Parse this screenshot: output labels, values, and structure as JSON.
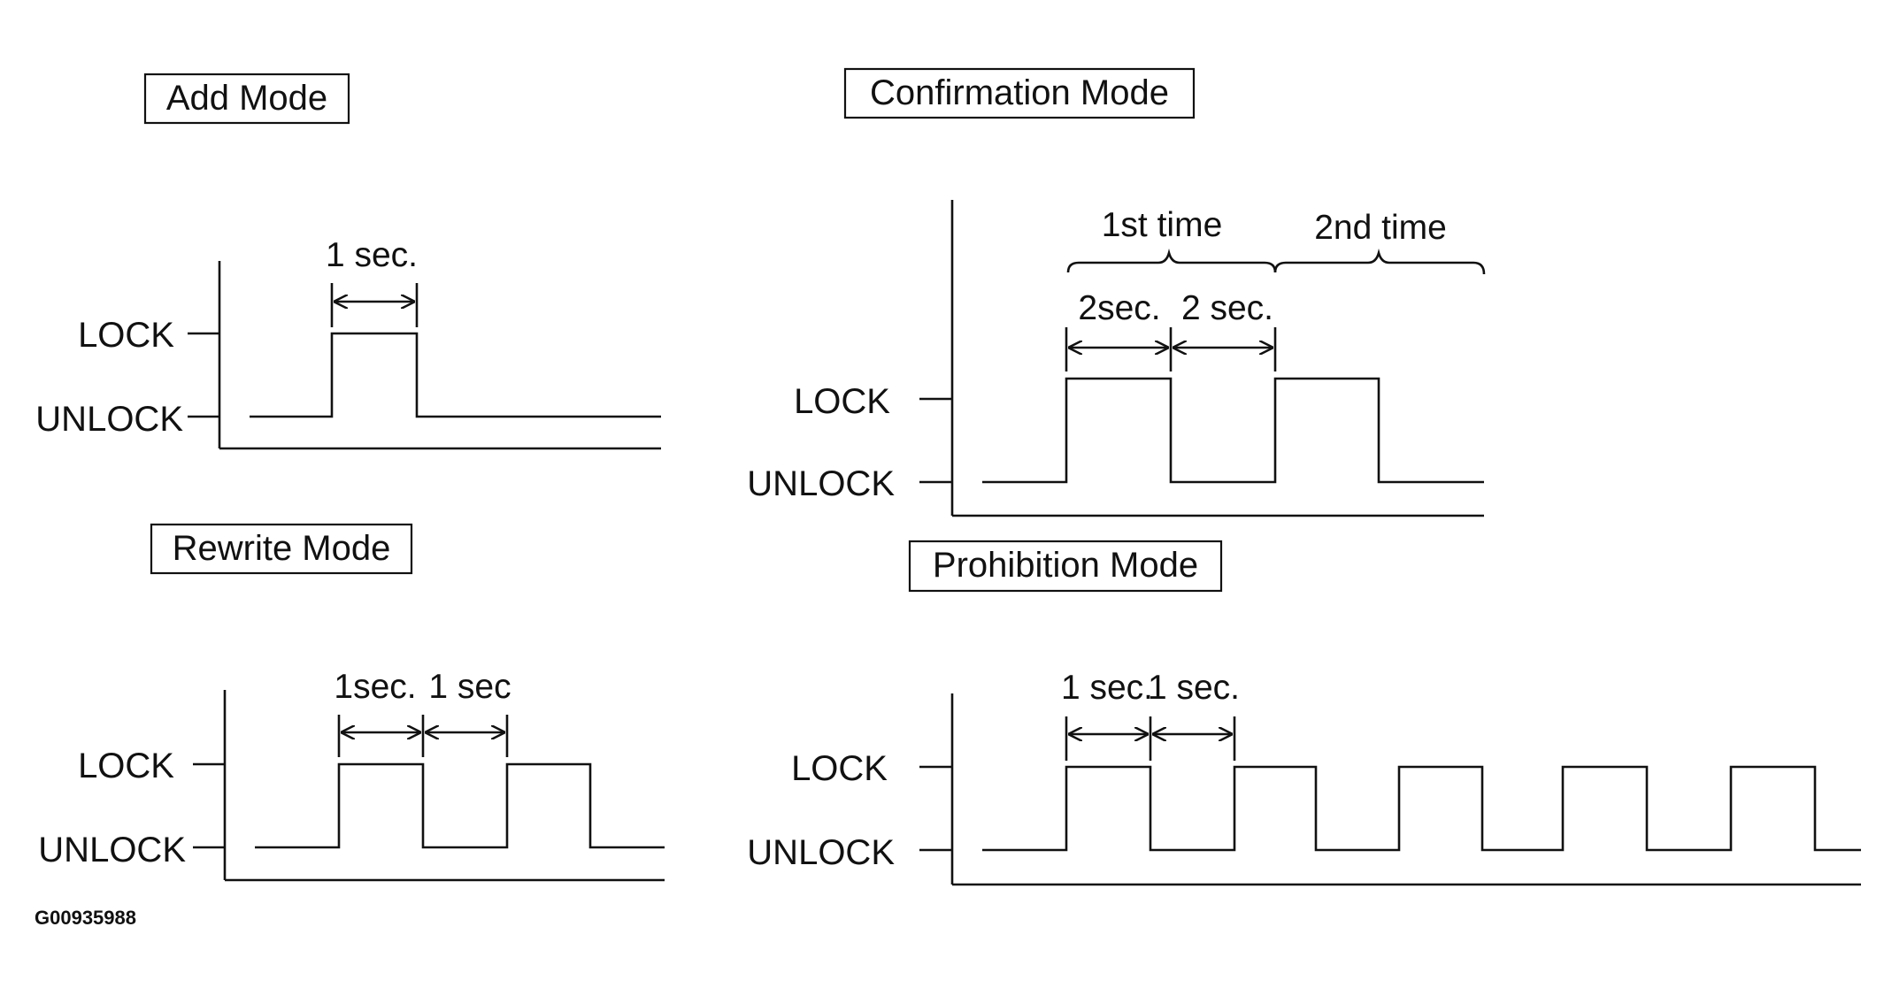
{
  "figure_id": "G00935988",
  "levels": {
    "high": "LOCK",
    "low": "UNLOCK"
  },
  "panels": {
    "add": {
      "title": "Add Mode",
      "dim_label": "1 sec."
    },
    "confirmation": {
      "title": "Confirmation Mode",
      "brace_labels": [
        "1st time",
        "2nd time"
      ],
      "dim_labels": [
        "2sec.",
        "2 sec."
      ]
    },
    "rewrite": {
      "title": "Rewrite Mode",
      "dim_labels": [
        "1sec.",
        "1 sec"
      ]
    },
    "prohibition": {
      "title": "Prohibition Mode",
      "dim_labels": [
        "1 sec.",
        "1 sec."
      ]
    }
  }
}
